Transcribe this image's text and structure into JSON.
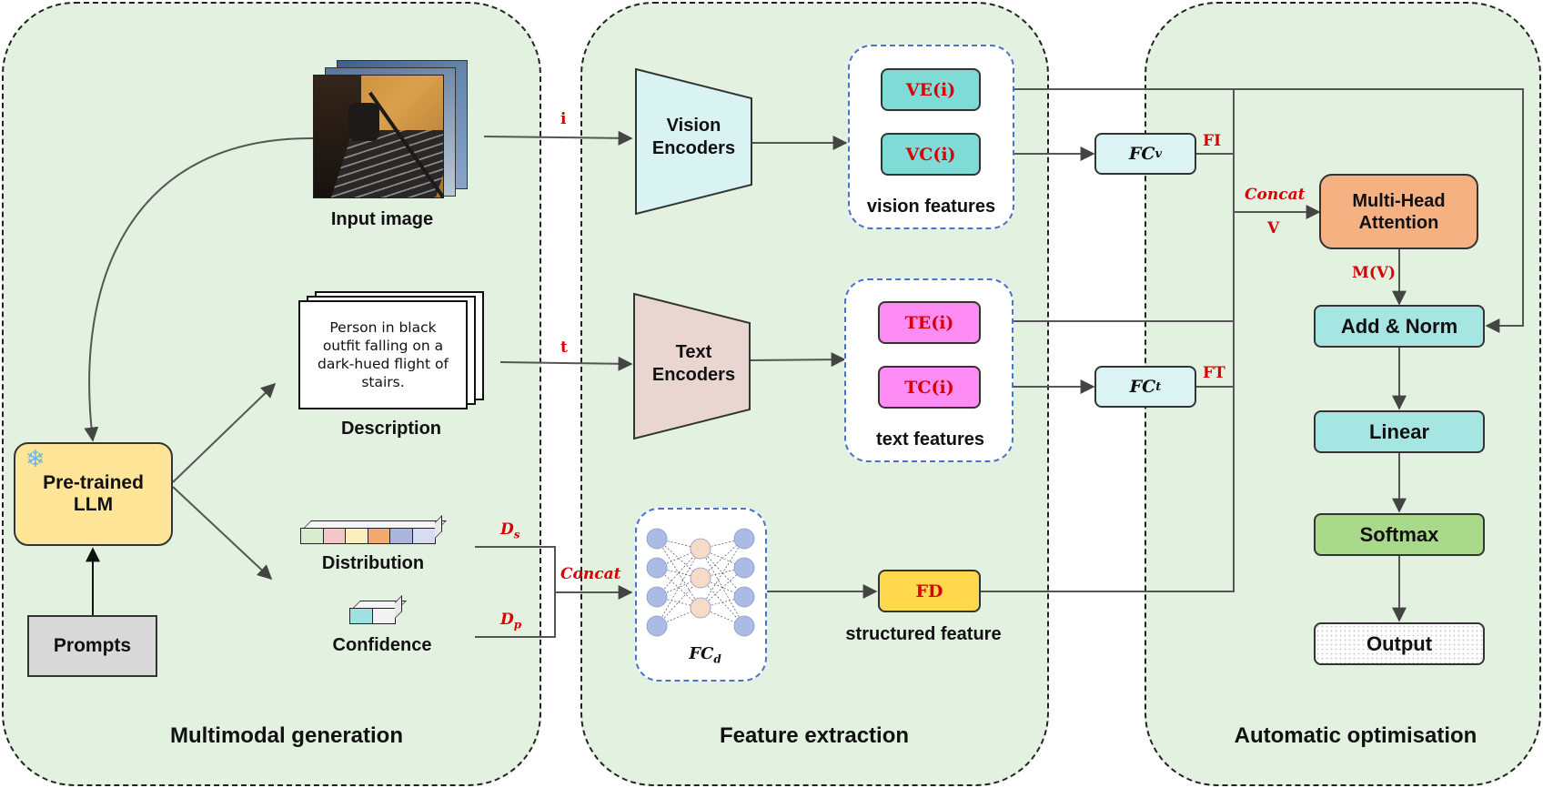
{
  "panels": {
    "generation": "Multimodal generation",
    "extraction": "Feature extraction",
    "optimisation": "Automatic optimisation"
  },
  "generation": {
    "input_image_label": "Input image",
    "description_text": "Person in black outfit falling on a dark-hued flight of stairs.",
    "description_label": "Description",
    "llm_label": "Pre-trained LLM",
    "prompts_label": "Prompts",
    "distribution_label": "Distribution",
    "confidence_label": "Confidence",
    "snowflake": "❄"
  },
  "extraction": {
    "vision_encoder": "Vision Encoders",
    "text_encoder": "Text Encoders",
    "ve": "VE(i)",
    "vc": "VC(i)",
    "vision_features": "vision features",
    "te": "TE(i)",
    "tc": "TC(i)",
    "text_features": "text features",
    "fcd": "FC",
    "fcd_sub": "d",
    "fd": "FD",
    "structured_feature": "structured feature",
    "fcv": "FC",
    "fcv_sub": "v",
    "fct": "FC",
    "fct_sub": "t"
  },
  "edge_labels": {
    "i": "i",
    "t": "t",
    "ds": "D",
    "ds_sub": "s",
    "dp": "D",
    "dp_sub": "p",
    "concat_left": "Concat",
    "concat_right": "Concat",
    "fi": "FI",
    "ft": "FT",
    "v": "V",
    "mv": "M(V)"
  },
  "optimisation": {
    "mha": "Multi-Head Attention",
    "add_norm": "Add & Norm",
    "linear": "Linear",
    "softmax": "Softmax",
    "output": "Output"
  },
  "colors": {
    "panel_bg": "#e3f1e1",
    "teal": "#7fdbd6",
    "magenta": "#ff8cf5",
    "yellow": "#ffd84d",
    "orange": "#f6b183",
    "green": "#a9d98a",
    "light_cyan": "#dcf3f4",
    "llm_yellow": "#ffe597",
    "encoder_vision": "#d8f3f2",
    "encoder_text": "#ead6d0"
  },
  "distribution_colors": [
    "#d8ecd0",
    "#f2c7c7",
    "#fbefc0",
    "#f2a972",
    "#aab6dd",
    "#d8dcf2"
  ],
  "confidence_colors": [
    "#9fe0e0",
    "#f3f3f3"
  ]
}
